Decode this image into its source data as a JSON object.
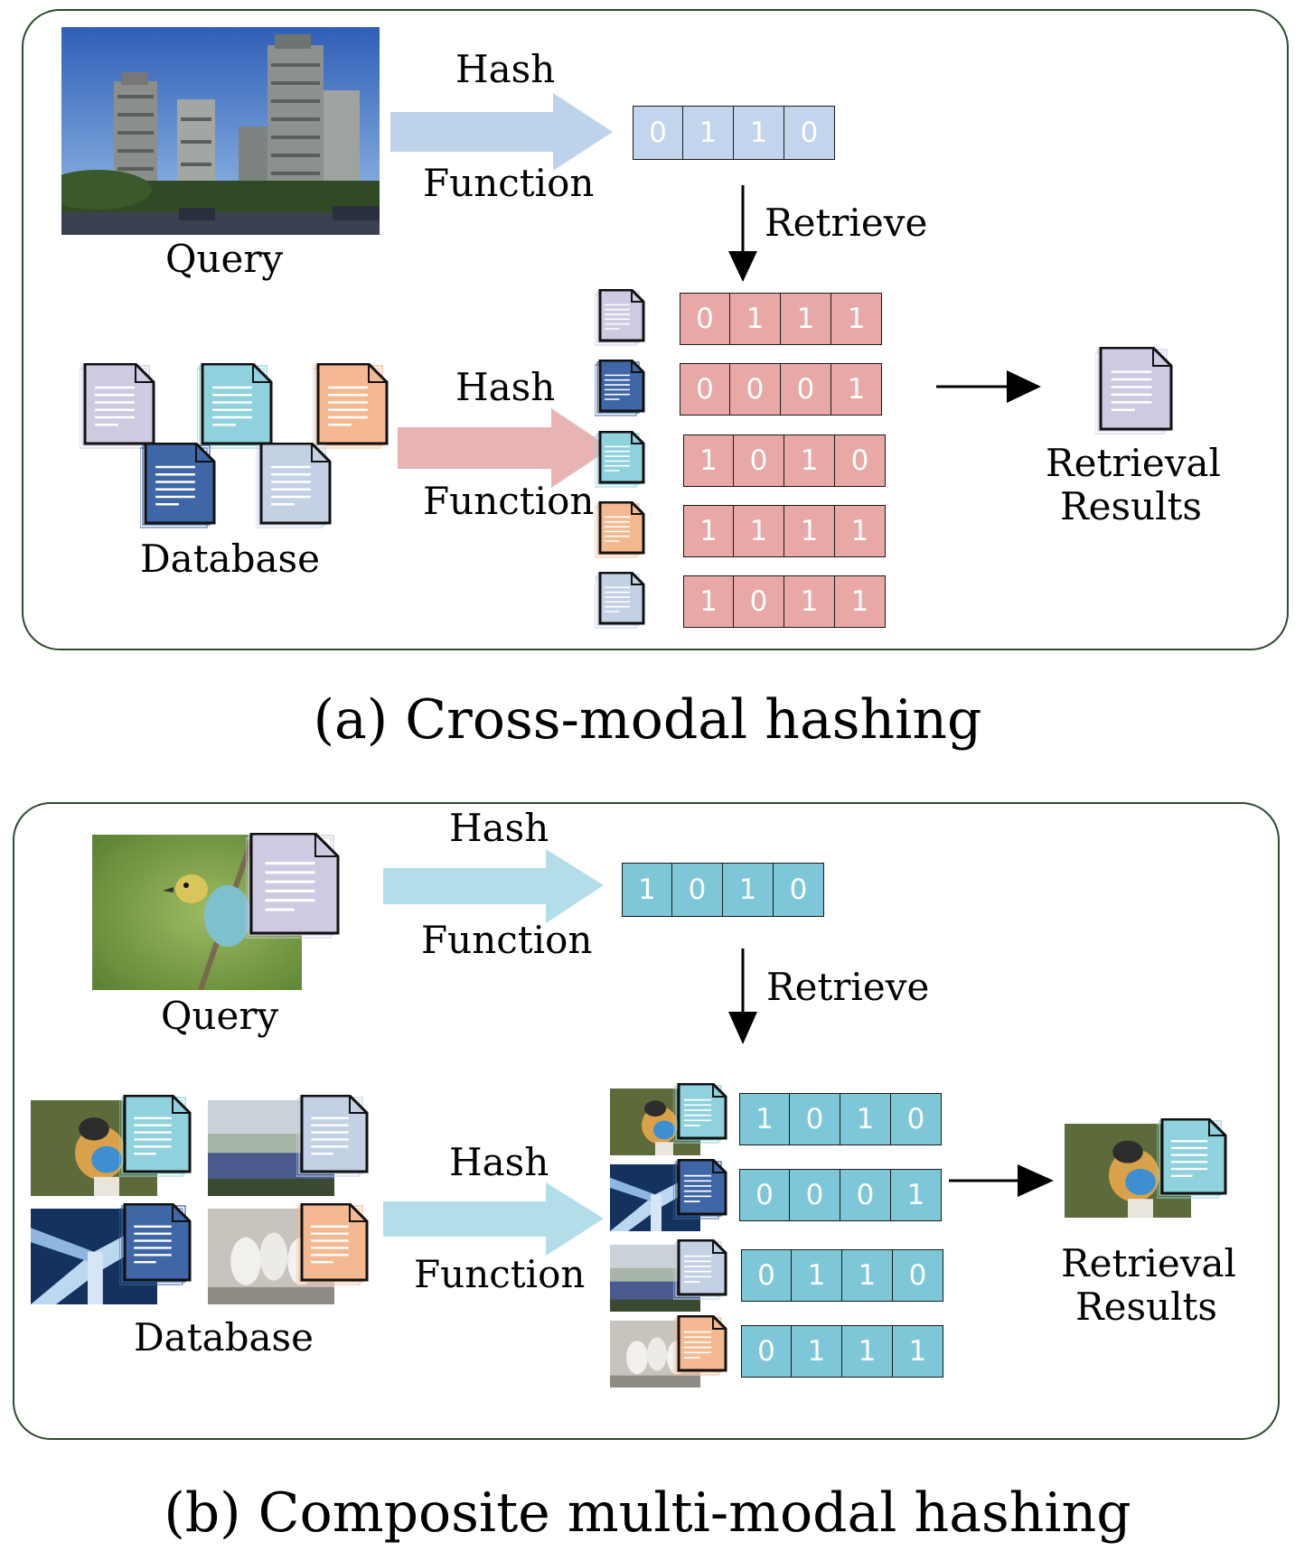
{
  "colors": {
    "purple": "#cfc9e2",
    "teal": "#8fd1dc",
    "orange": "#f5b991",
    "navy": "#3f66a6",
    "steel": "#c4d0e3",
    "code_blue": "#c2d5ec",
    "code_pink": "#e8a8a6",
    "code_teal": "#7ec7d8",
    "arrow_blue": "#bdd3ea",
    "arrow_pink": "#e7b4b3",
    "arrow_teal": "#b3dde8",
    "border": "#2f4a2f"
  },
  "panel_a": {
    "caption": "(a) Cross-modal hashing",
    "query_label": "Query",
    "database_label": "Database",
    "hash_top_1": "Hash",
    "function_top_1": "Function",
    "hash_top_2": "Hash",
    "function_top_2": "Function",
    "retrieve_label": "Retrieve",
    "results_line1": "Retrieval",
    "results_line2": "Results",
    "query_code": [
      "0",
      "1",
      "1",
      "0"
    ],
    "db_codes": [
      {
        "bits": [
          "0",
          "1",
          "1",
          "1"
        ],
        "doc_color": "purple"
      },
      {
        "bits": [
          "0",
          "0",
          "0",
          "1"
        ],
        "doc_color": "navy"
      },
      {
        "bits": [
          "1",
          "0",
          "1",
          "0"
        ],
        "doc_color": "teal"
      },
      {
        "bits": [
          "1",
          "1",
          "1",
          "1"
        ],
        "doc_color": "orange"
      },
      {
        "bits": [
          "1",
          "0",
          "1",
          "1"
        ],
        "doc_color": "steel"
      }
    ]
  },
  "panel_b": {
    "caption": "(b) Composite multi-modal hashing",
    "query_label": "Query",
    "database_label": "Database",
    "hash_top_1": "Hash",
    "function_top_1": "Function",
    "hash_top_2": "Hash",
    "function_top_2": "Function",
    "retrieve_label": "Retrieve",
    "results_line1": "Retrieval",
    "results_line2": "Results",
    "query_code": [
      "1",
      "0",
      "1",
      "0"
    ],
    "db_codes": [
      {
        "bits": [
          "1",
          "0",
          "1",
          "0"
        ],
        "doc_color": "teal",
        "photo": "bird"
      },
      {
        "bits": [
          "0",
          "0",
          "0",
          "1"
        ],
        "doc_color": "navy",
        "photo": "building"
      },
      {
        "bits": [
          "0",
          "1",
          "1",
          "0"
        ],
        "doc_color": "steel",
        "photo": "field"
      },
      {
        "bits": [
          "0",
          "1",
          "1",
          "1"
        ],
        "doc_color": "orange",
        "photo": "horses"
      }
    ]
  }
}
